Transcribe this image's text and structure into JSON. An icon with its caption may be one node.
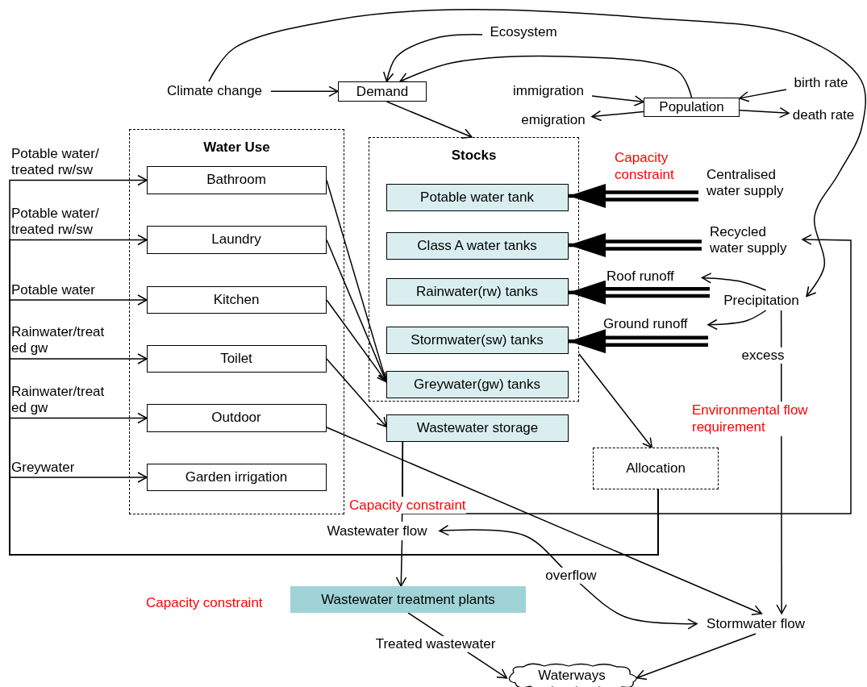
{
  "diagram": {
    "nodes": [
      {
        "text": [
          "Ecosystem"
        ]
      },
      {
        "text": [
          "Climate change"
        ]
      },
      {
        "text": [
          "Demand"
        ]
      },
      {
        "text": [
          "immigration"
        ]
      },
      {
        "text": [
          "Population"
        ]
      },
      {
        "text": [
          "birth rate"
        ]
      },
      {
        "text": [
          "emigration"
        ]
      },
      {
        "text": [
          "death rate"
        ]
      },
      {
        "text": [
          "Water Use"
        ]
      },
      {
        "text": [
          "Bathroom"
        ],
        "in": 8
      },
      {
        "text": [
          "Laundry"
        ],
        "in": 8
      },
      {
        "text": [
          "Kitchen"
        ],
        "in": 8
      },
      {
        "text": [
          "Toilet"
        ],
        "in": 8
      },
      {
        "text": [
          "Outdoor"
        ],
        "in": 8
      },
      {
        "text": [
          "Garden irrigation"
        ],
        "in": 8
      },
      {
        "text": [
          "Stocks"
        ]
      },
      {
        "text": [
          "Potable water tank"
        ],
        "in": 15
      },
      {
        "text": [
          "Class A water tanks"
        ],
        "in": 15
      },
      {
        "text": [
          "Rainwater(rw) tanks"
        ],
        "in": 15
      },
      {
        "text": [
          "Stormwater(sw) tanks"
        ],
        "in": 15
      },
      {
        "text": [
          "Greywater(gw) tanks"
        ],
        "in": 15
      },
      {
        "text": [
          "Wastewater storage"
        ]
      },
      {
        "text": [
          "Centralised water supply"
        ]
      },
      {
        "text": [
          "Recycled water supply"
        ]
      },
      {
        "text": [
          "Roof runoff"
        ]
      },
      {
        "text": [
          "Precipitation"
        ]
      },
      {
        "text": [
          "Ground runoff"
        ]
      },
      {
        "text": [
          "Allocation"
        ]
      },
      {
        "text": [
          "Wastewater flow"
        ]
      },
      {
        "text": [
          "Wastewater treatment plants"
        ]
      },
      {
        "text": [
          "Stormwater flow"
        ]
      },
      {
        "text": [
          "Waterways"
        ]
      }
    ],
    "edges": [
      {
        "from": 0,
        "to": 2,
        "arrow": "to"
      },
      {
        "from": 1,
        "to": 2,
        "arrow": "to"
      },
      {
        "from": 1,
        "to": 25,
        "arrow": "to"
      },
      {
        "from": 4,
        "to": 2,
        "arrow": "to"
      },
      {
        "from": 3,
        "to": 4,
        "arrow": "to"
      },
      {
        "from": 4,
        "to": 6,
        "arrow": "to"
      },
      {
        "from": 5,
        "to": 4,
        "arrow": "to"
      },
      {
        "from": 4,
        "to": 7,
        "arrow": "to"
      },
      {
        "from": 2,
        "to": 15,
        "arrow": "to"
      },
      {
        "from": 27,
        "to": 9,
        "arrow": "to",
        "label": "Potable water/ treated rw/sw"
      },
      {
        "from": 27,
        "to": 10,
        "arrow": "to",
        "label": "Potable water/ treated rw/sw"
      },
      {
        "from": 27,
        "to": 11,
        "arrow": "to",
        "label": "Potable water"
      },
      {
        "from": 27,
        "to": 12,
        "arrow": "to",
        "label": "Rainwater/treat ed gw"
      },
      {
        "from": 27,
        "to": 13,
        "arrow": "to",
        "label": "Rainwater/treat ed gw"
      },
      {
        "from": 27,
        "to": 14,
        "arrow": "to",
        "label": "Greywater"
      },
      {
        "from": 9,
        "to": 20,
        "arrow": "to"
      },
      {
        "from": 10,
        "to": 20,
        "arrow": "to"
      },
      {
        "from": 11,
        "to": 20,
        "arrow": "to"
      },
      {
        "from": 12,
        "to": 21,
        "arrow": "to"
      },
      {
        "from": 13,
        "to": 30,
        "arrow": "to"
      },
      {
        "from": 22,
        "to": 16,
        "arrow": "to",
        "style": "thick"
      },
      {
        "from": 23,
        "to": 17,
        "arrow": "to",
        "style": "thick"
      },
      {
        "from": 24,
        "to": 18,
        "arrow": "to",
        "style": "thick"
      },
      {
        "from": 26,
        "to": 19,
        "arrow": "to",
        "style": "thick"
      },
      {
        "from": 25,
        "to": 24,
        "arrow": "to"
      },
      {
        "from": 25,
        "to": 26,
        "arrow": "to"
      },
      {
        "from": 25,
        "to": 30,
        "arrow": "to",
        "label": "excess"
      },
      {
        "from": 15,
        "to": 27,
        "arrow": "to"
      },
      {
        "from": 21,
        "to": 28,
        "arrow": "none"
      },
      {
        "from": 28,
        "to": 29,
        "arrow": "to"
      },
      {
        "from": 21,
        "to": 23,
        "arrow": "to"
      },
      {
        "from": 28,
        "to": 30,
        "arrow": "both",
        "label": "overflow"
      },
      {
        "from": 29,
        "to": 31,
        "arrow": "to",
        "label": "Treated wastewater"
      },
      {
        "from": 30,
        "to": 31,
        "arrow": "to"
      }
    ],
    "labels": [
      "Capacity constraint",
      "Environmental flow requirement",
      "Capacity constraint",
      "Capacity constraint"
    ]
  }
}
